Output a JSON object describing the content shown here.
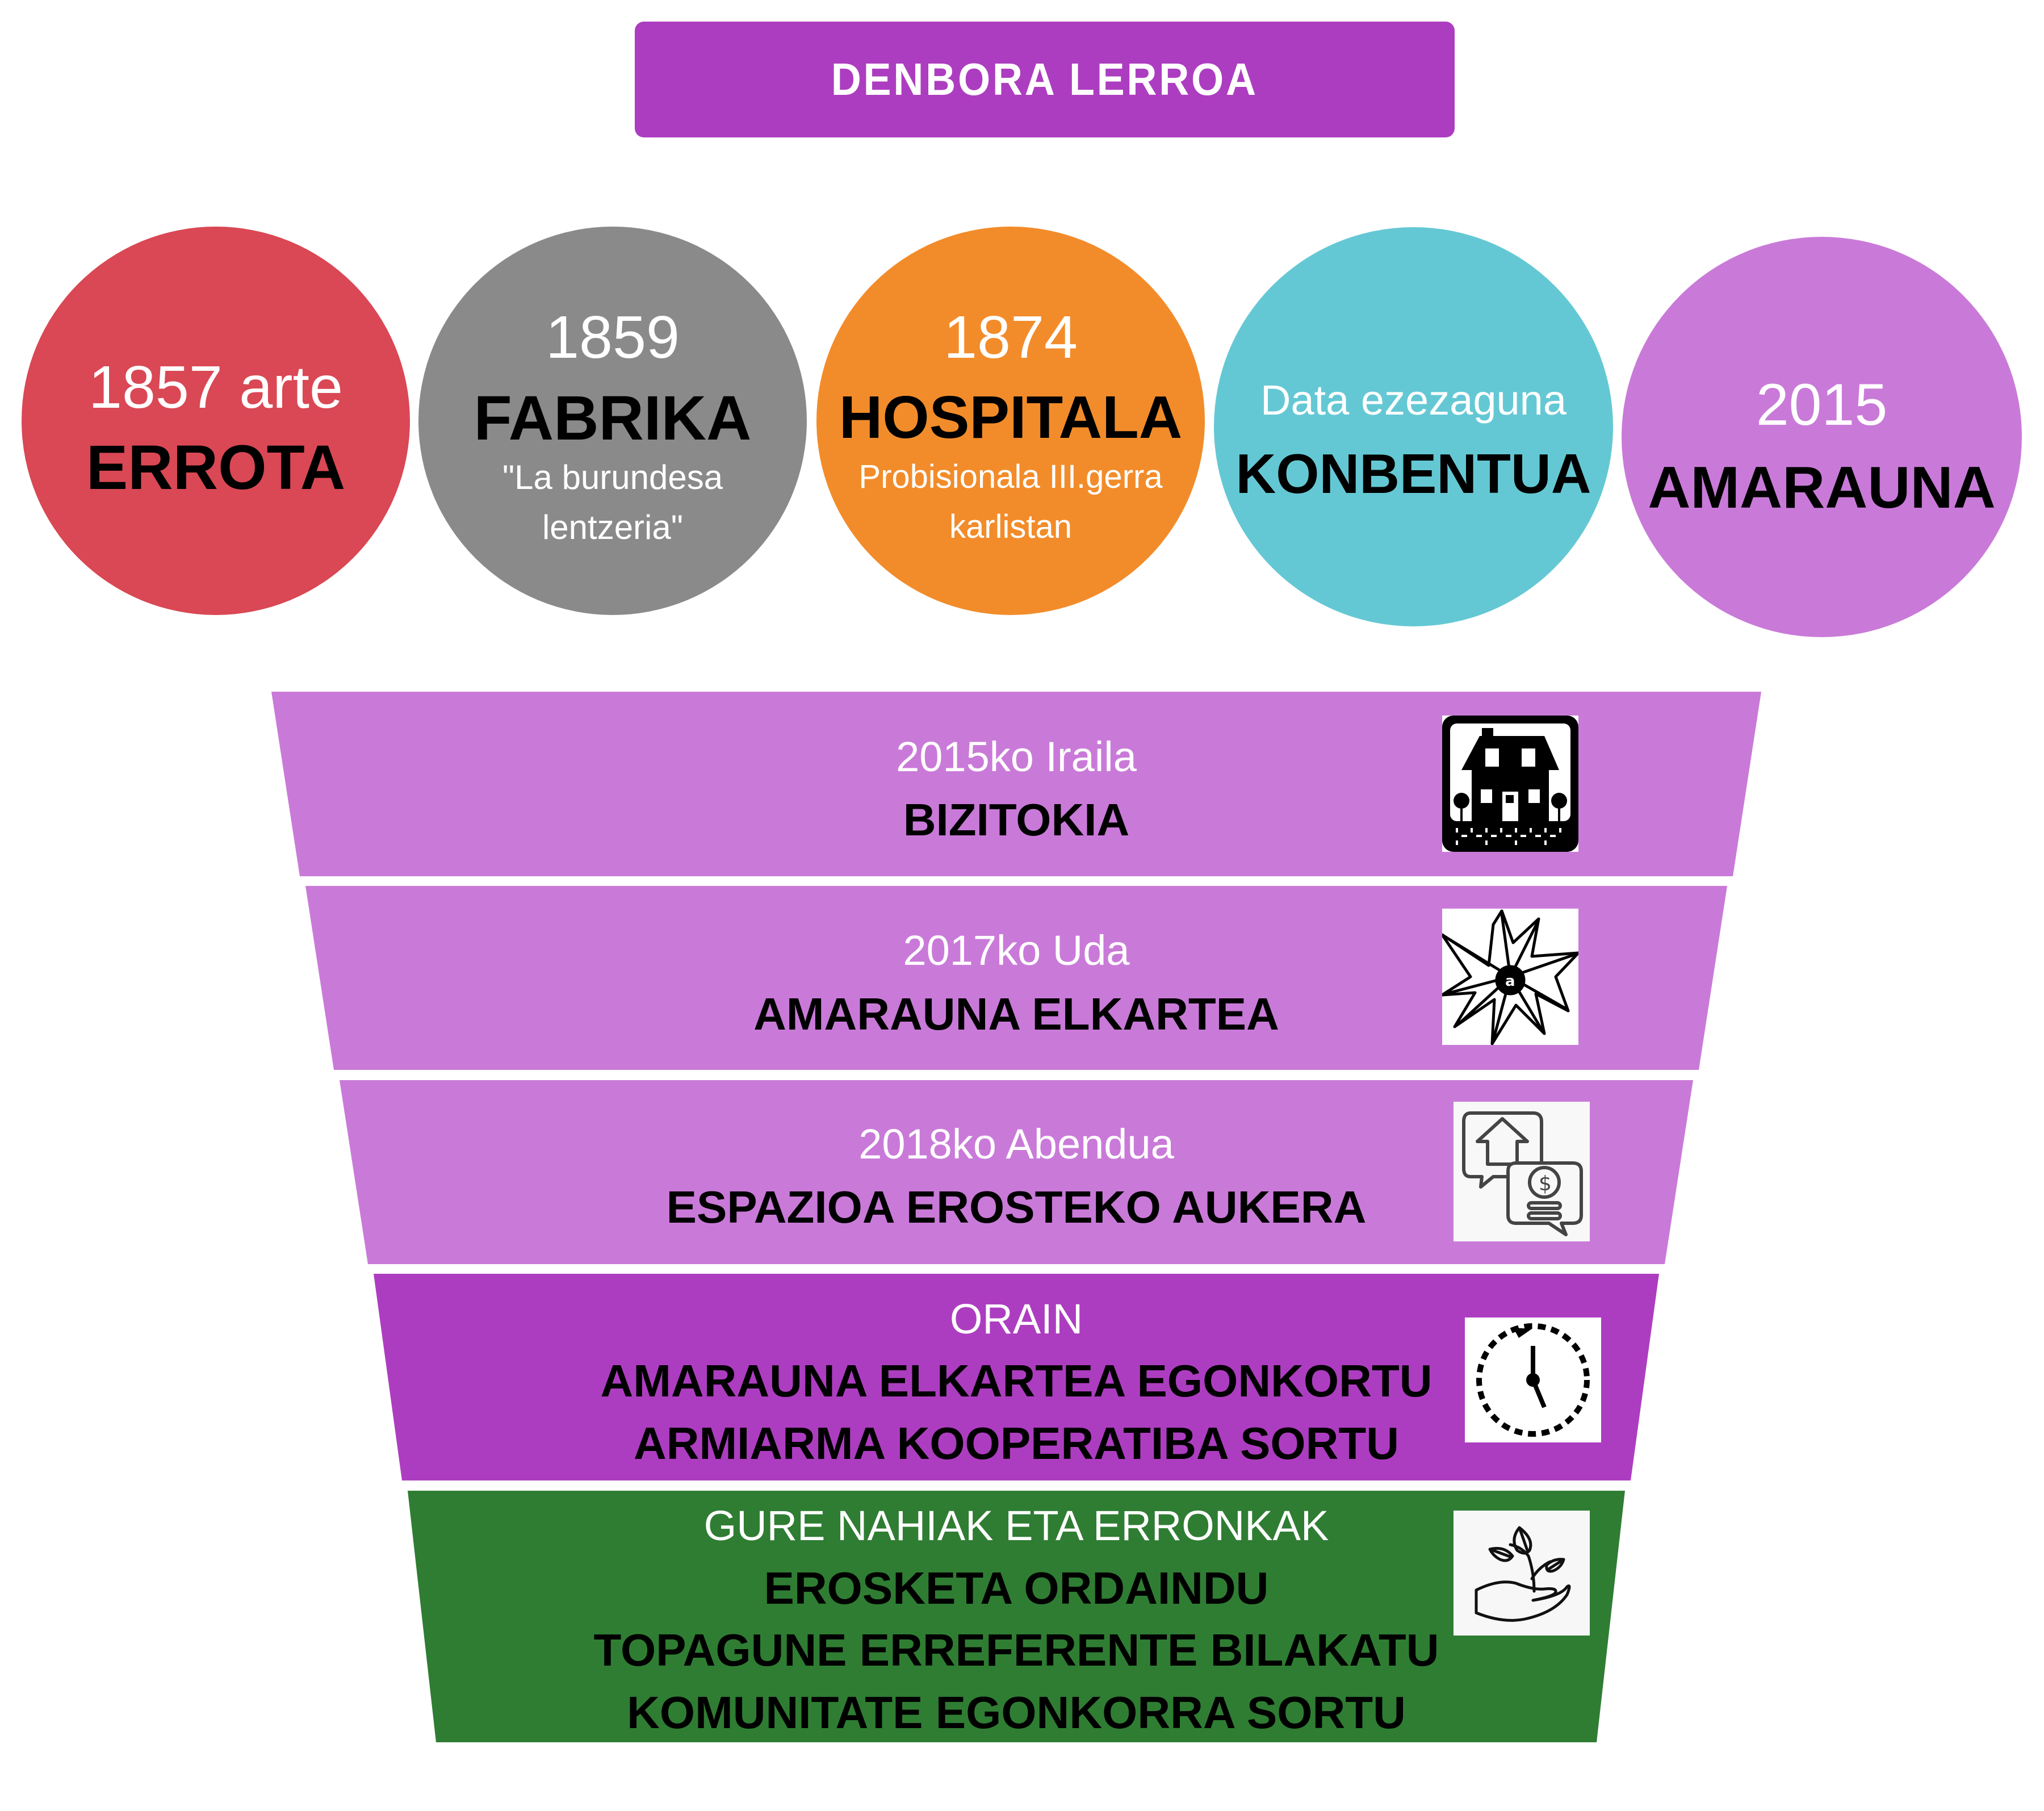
{
  "title": "DENBORA LERROA",
  "colors": {
    "title_bg": "#AD3DC0",
    "errota": "#D94854",
    "fabrika": "#8A8A8A",
    "hospitala": "#F28C2A",
    "konbentua": "#64C8D4",
    "amarauna": "#C97AD8",
    "band_light": "#C97AD8",
    "band_now": "#AD3DC0",
    "band_future": "#2F7D33"
  },
  "timeline": [
    {
      "date": "1857 arte",
      "name": "ERROTA",
      "note": []
    },
    {
      "date": "1859",
      "name": "FABRIKA",
      "note": [
        "\"La burundesa",
        "lentzeria\""
      ]
    },
    {
      "date": "1874",
      "name": "HOSPITALA",
      "note": [
        "Probisionala III.gerra",
        "karlistan"
      ]
    },
    {
      "date": "Data ezezaguna",
      "name": "KONBENTUA",
      "note": []
    },
    {
      "date": "2015",
      "name": "AMARAUNA",
      "note": []
    }
  ],
  "stages": [
    {
      "heading": "2015ko Iraila",
      "lines": [
        "BIZITOKIA"
      ],
      "icon": "house-icon"
    },
    {
      "heading": "2017ko Uda",
      "lines": [
        "AMARAUNA ELKARTEA"
      ],
      "icon": "spiderweb-flower-icon"
    },
    {
      "heading": "2018ko Abendua",
      "lines": [
        "ESPAZIOA EROSTEKO AUKERA"
      ],
      "icon": "house-money-chat-icon"
    },
    {
      "heading": "ORAIN",
      "lines": [
        "AMARAUNA ELKARTEA EGONKORTU",
        "ARMIARMA KOOPERATIBA SORTU"
      ],
      "icon": "clock-icon"
    },
    {
      "heading": "GURE NAHIAK ETA ERRONKAK",
      "lines": [
        "EROSKETA ORDAINDU",
        "TOPAGUNE ERREFERENTE BILAKATU",
        "KOMUNITATE EGONKORRA SORTU"
      ],
      "icon": "plant-in-hand-icon"
    }
  ]
}
